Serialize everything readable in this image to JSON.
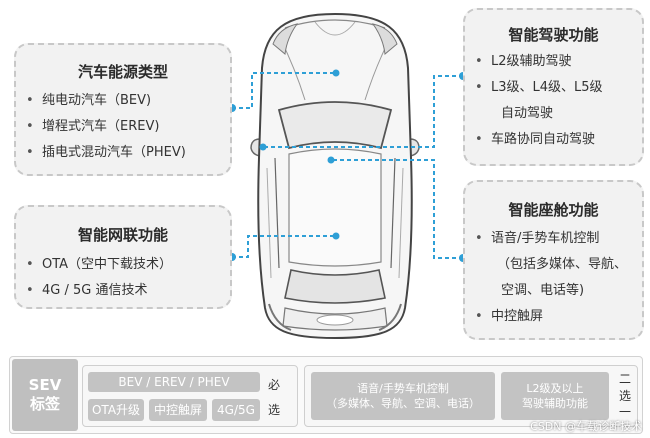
{
  "ev_types": {
    "title": "汽车能源类型",
    "items": [
      "纯电动汽车（BEV)",
      "增程式汽车（EREV)",
      "插电式混动汽车（PHEV)"
    ]
  },
  "connectivity": {
    "title": "智能网联功能",
    "items": [
      "OTA（空中下载技术）",
      "4G / 5G 通信技术"
    ]
  },
  "driving": {
    "title": "智能驾驶功能",
    "items": [
      "L2级辅助驾驶",
      "L3级、L4级、L5级",
      "自动驾驶",
      "车路协同自动驾驶"
    ]
  },
  "cabin": {
    "title": "智能座舱功能",
    "items": [
      "语音/手势车机控制",
      "（包括多媒体、导航、",
      "空调、电话等)",
      "中控触屏"
    ]
  },
  "bottom": {
    "label_line1": "SEV",
    "label_line2": "标签",
    "energy": "BEV / EREV / PHEV",
    "ota": "OTA升级",
    "touch": "中控触屏",
    "net": "4G/5G",
    "required_1": "必",
    "required_2": "选",
    "voice_line1": "语音/手势车机控制",
    "voice_line2": "（多媒体、导航、空调、电话）",
    "l2_line1": "L2级及以上",
    "l2_line2": "驾驶辅助功能",
    "choose_1": "二",
    "choose_2": "选",
    "choose_3": "一"
  },
  "watermark": "CSDN @车载诊断技术",
  "colors": {
    "accent": "#2e9fd6",
    "box_bg": "#f2f2f2",
    "pill": "#c3c3c3"
  }
}
